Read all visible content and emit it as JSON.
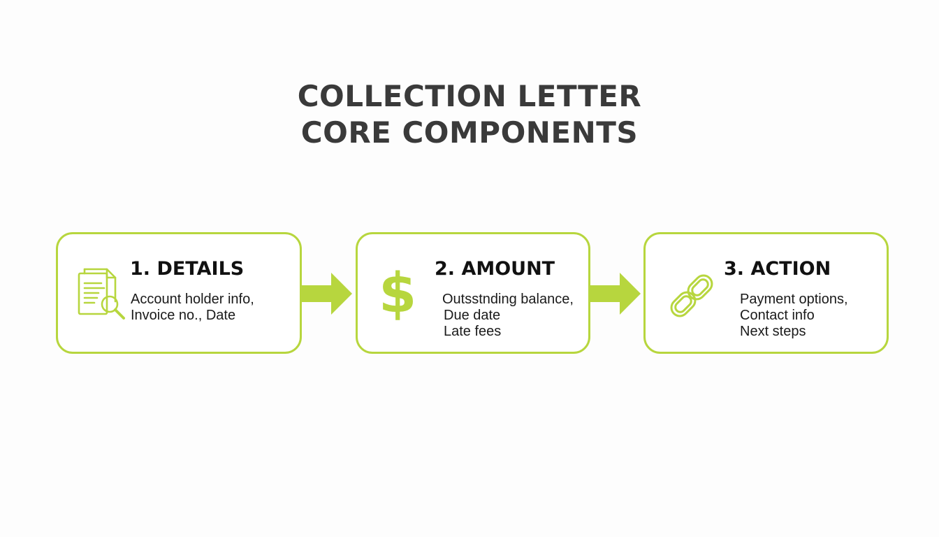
{
  "title": {
    "line1": "COLLECTION LETTER",
    "line2": "CORE COMPONENTS"
  },
  "colors": {
    "accent": "#b7d63e",
    "title": "#3a3a3a",
    "text": "#111111"
  },
  "steps": [
    {
      "heading": "1. DETAILS",
      "icon": "document-search-icon",
      "lines": [
        "Account holder info,",
        "Invoice no., Date"
      ]
    },
    {
      "heading": "2. AMOUNT",
      "icon": "dollar-icon",
      "icon_glyph": "$",
      "lines": [
        "Outsstnding balance,",
        "Due date",
        "Late fees"
      ]
    },
    {
      "heading": "3. ACTION",
      "icon": "chain-link-icon",
      "lines": [
        "Payment options,",
        "Contact info",
        "Next steps"
      ]
    }
  ]
}
